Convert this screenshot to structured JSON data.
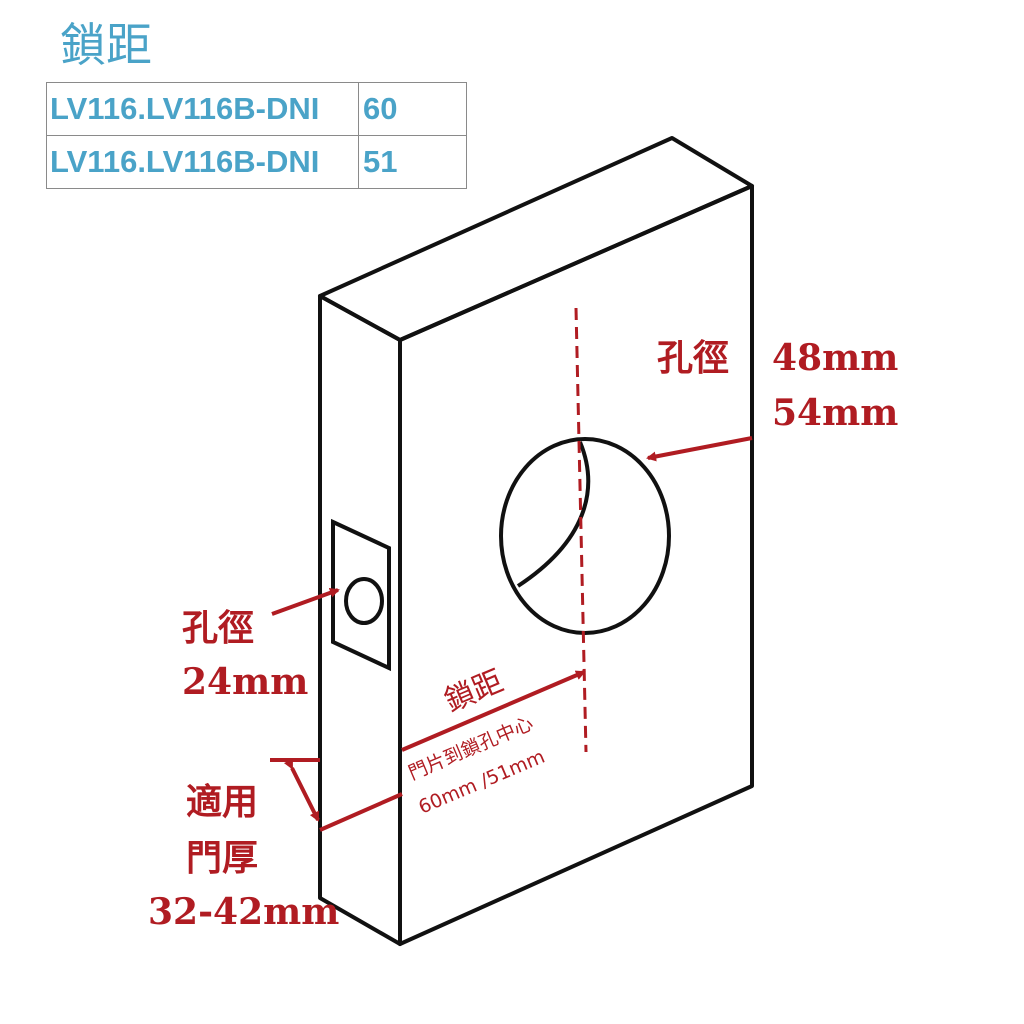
{
  "title": "鎖距",
  "models": [
    {
      "model": "LV116.LV116B-DNI",
      "value": "60"
    },
    {
      "model": "LV116.LV116B-DNI",
      "value": "51"
    }
  ],
  "diagram": {
    "hole_label": "孔徑",
    "hole_sizes": [
      "48mm",
      "54mm"
    ],
    "latch_hole_label": "孔徑",
    "latch_hole_size": "24mm",
    "backset_label": "鎖距",
    "backset_desc": "門片到鎖孔中心",
    "backset_values": "60mm /51mm",
    "thickness_label_1": "適用",
    "thickness_label_2": "門厚",
    "thickness_range": "32-42mm"
  },
  "colors": {
    "accent": "#4aa3c8",
    "annotation": "#b01c22",
    "line": "#111111"
  }
}
